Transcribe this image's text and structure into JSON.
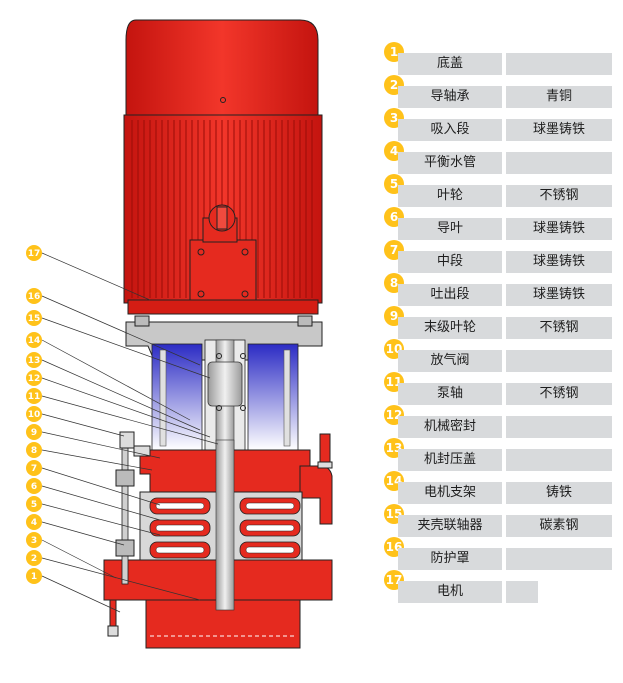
{
  "parts": [
    {
      "num": "1",
      "name": "底盖",
      "material": ""
    },
    {
      "num": "2",
      "name": "导轴承",
      "material": "青铜"
    },
    {
      "num": "3",
      "name": "吸入段",
      "material": "球墨铸铁"
    },
    {
      "num": "4",
      "name": "平衡水管",
      "material": ""
    },
    {
      "num": "5",
      "name": "叶轮",
      "material": "不锈钢"
    },
    {
      "num": "6",
      "name": "导叶",
      "material": "球墨铸铁"
    },
    {
      "num": "7",
      "name": "中段",
      "material": "球墨铸铁"
    },
    {
      "num": "8",
      "name": "吐出段",
      "material": "球墨铸铁"
    },
    {
      "num": "9",
      "name": "末级叶轮",
      "material": "不锈钢"
    },
    {
      "num": "10",
      "name": "放气阀",
      "material": ""
    },
    {
      "num": "11",
      "name": "泵轴",
      "material": "不锈钢"
    },
    {
      "num": "12",
      "name": "机械密封",
      "material": ""
    },
    {
      "num": "13",
      "name": "机封压盖",
      "material": ""
    },
    {
      "num": "14",
      "name": "电机支架",
      "material": "铸铁"
    },
    {
      "num": "15",
      "name": "夹壳联轴器",
      "material": "碳素钢"
    },
    {
      "num": "16",
      "name": "防护罩",
      "material": ""
    },
    {
      "num": "17",
      "name": "电机",
      "material": ""
    }
  ],
  "colors": {
    "motor_red": "#e8231e",
    "casing_red": "#e52a1f",
    "guard_blue": "#2c2cc8",
    "metal_gray": "#c8c8c8",
    "badge_yellow": "#ffc21a",
    "cell_gray": "#d8dadc"
  }
}
